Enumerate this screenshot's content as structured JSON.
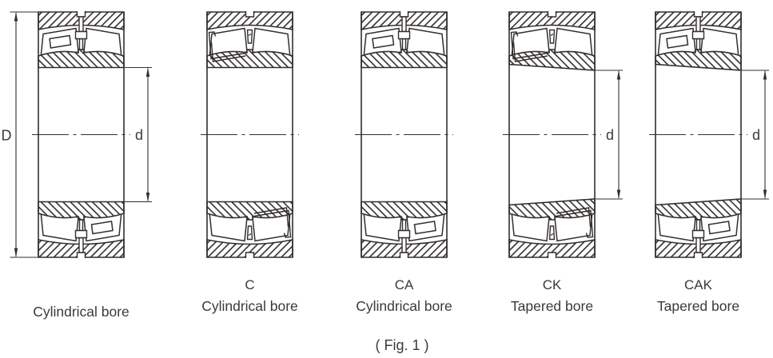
{
  "figure_caption": "( Fig. 1 )",
  "dimension_labels": {
    "outer_diameter": "D",
    "bore_diameter": "d"
  },
  "bearings": [
    {
      "designation": "",
      "bore_label": "Cylindrical bore",
      "bore_type": "cylindrical",
      "cage_style": "machined-window",
      "shows_outer_diameter_dim": true,
      "shows_bore_diameter_dim": true
    },
    {
      "designation": "C",
      "bore_label": "Cylindrical bore",
      "bore_type": "cylindrical",
      "cage_style": "pressed-hook",
      "shows_outer_diameter_dim": false,
      "shows_bore_diameter_dim": false
    },
    {
      "designation": "CA",
      "bore_label": "Cylindrical bore",
      "bore_type": "cylindrical",
      "cage_style": "machined-window",
      "shows_outer_diameter_dim": false,
      "shows_bore_diameter_dim": false
    },
    {
      "designation": "CK",
      "bore_label": "Tapered bore",
      "bore_type": "tapered",
      "cage_style": "pressed-hook",
      "shows_outer_diameter_dim": false,
      "shows_bore_diameter_dim": true
    },
    {
      "designation": "CAK",
      "bore_label": "Tapered bore",
      "bore_type": "tapered",
      "cage_style": "machined-window",
      "shows_outer_diameter_dim": false,
      "shows_bore_diameter_dim": true
    }
  ],
  "colors": {
    "line": "#332f2d",
    "text": "#3a3a3a",
    "background": "#ffffff"
  }
}
